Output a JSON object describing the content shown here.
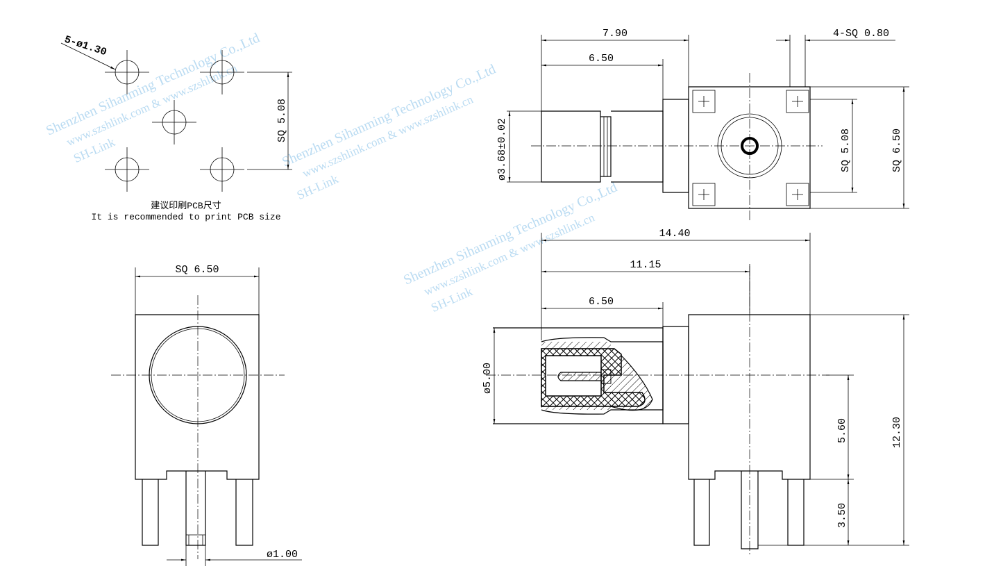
{
  "watermark": {
    "company": "Shenzhen Sihanming Technology Co.,Ltd",
    "websites": "www.szshlink.com  &  www.szshlink.cn",
    "logo": "SH-Link",
    "color": "#a9d3ef"
  },
  "pcb_view": {
    "hole_callout": "5-ø1.30",
    "spacing": "SQ 5.08",
    "caption_cn": "建议印刷PCB尺寸",
    "caption_en": "It is recommended to print PCB size"
  },
  "front_view": {
    "width": "SQ 6.50",
    "pin_diameter": "ø1.00"
  },
  "top_view": {
    "overall": "7.90",
    "plug_length": "6.50",
    "pad_size": "4-SQ 0.80",
    "plug_diameter": "ø3.68±0.02",
    "pin_spacing": "SQ 5.08",
    "body_size": "SQ 6.50"
  },
  "side_view": {
    "overall_length": "14.40",
    "center_offset": "11.15",
    "plug_length": "6.50",
    "plug_diameter": "ø5.00",
    "center_height": "5.60",
    "overall_height": "12.30",
    "pin_length": "3.50"
  }
}
